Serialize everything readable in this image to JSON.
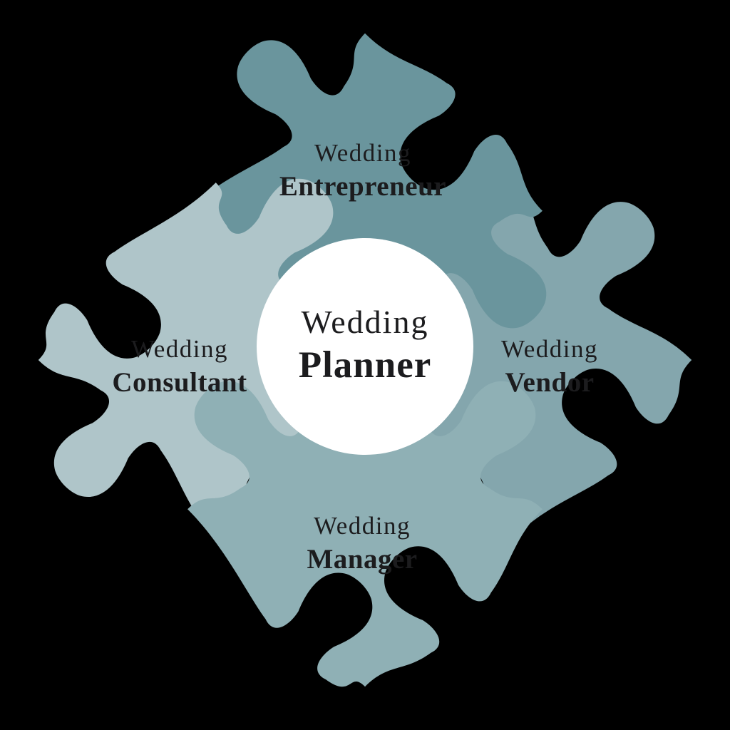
{
  "diagram": {
    "background_color": "#000000",
    "text_color": "#1c1c1e",
    "center_circle_color": "#ffffff",
    "center_label": {
      "line1": "Wedding",
      "line2": "Planner"
    },
    "pieces": [
      {
        "id": "top",
        "line1": "Wedding",
        "line2": "Entrepreneur",
        "color": "#6a959d"
      },
      {
        "id": "right",
        "line1": "Wedding",
        "line2": "Vendor",
        "color": "#84a6ad"
      },
      {
        "id": "bottom",
        "line1": "Wedding",
        "line2": "Manager",
        "color": "#8fb0b5"
      },
      {
        "id": "left",
        "line1": "Wedding",
        "line2": "Consultant",
        "color": "#afc5c9"
      }
    ]
  }
}
